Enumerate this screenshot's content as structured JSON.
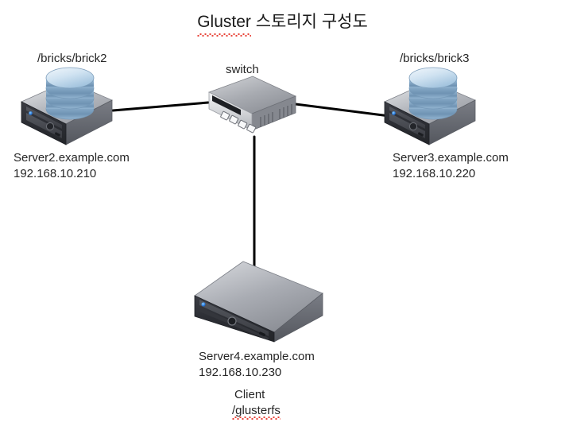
{
  "diagram": {
    "title_prefix": "Gluster",
    "title_suffix": " 스토리지 구성도",
    "background_color": "#ffffff",
    "line_color": "#000000",
    "spellcheck_color": "#e8443a"
  },
  "nodes": {
    "server_left": {
      "icon": "server-with-disk-icon",
      "brick_label": "/bricks/brick2",
      "hostname": "Server2.example.com",
      "ip": "192.168.10.210"
    },
    "server_right": {
      "icon": "server-with-disk-icon",
      "brick_label": "/bricks/brick3",
      "hostname": "Server3.example.com",
      "ip": "192.168.10.220"
    },
    "switch": {
      "icon": "network-switch-icon",
      "label": "switch"
    },
    "client": {
      "icon": "server-icon",
      "hostname": "Server4.example.com",
      "ip": "192.168.10.230",
      "role": "Client",
      "mount_point": "/glusterfs"
    }
  },
  "links": [
    {
      "name": "link-server2-switch",
      "from": "server_left",
      "to": "switch"
    },
    {
      "name": "link-server3-switch",
      "from": "server_right",
      "to": "switch"
    },
    {
      "name": "link-client-switch",
      "from": "client",
      "to": "switch"
    }
  ]
}
